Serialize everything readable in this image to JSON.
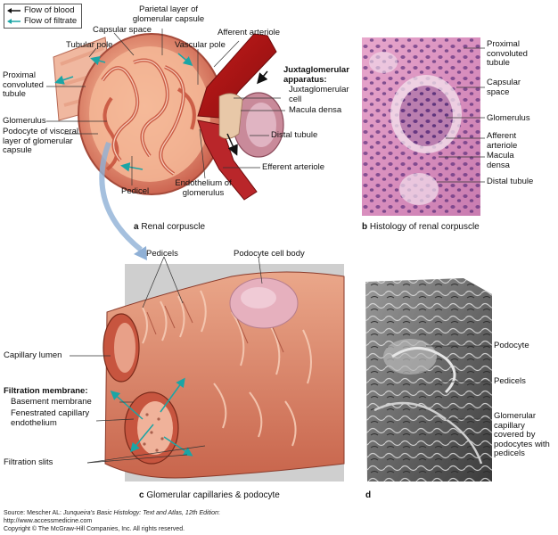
{
  "legend": {
    "blood_label": "Flow of blood",
    "filtrate_label": "Flow of filtrate",
    "blood_color": "#111111",
    "filtrate_color": "#1aa5a5"
  },
  "panel_a": {
    "caption_letter": "a",
    "caption_text": "Renal corpuscle",
    "labels": {
      "parietal_layer": "Parietal layer of glomerular capsule",
      "capsular_space": "Capsular space",
      "tubular_pole": "Tubular pole",
      "afferent_arteriole": "Afferent arteriole",
      "vascular_pole": "Vascular pole",
      "proximal_tubule": "Proximal convoluted tubule",
      "juxtaglomerular_apparatus": "Juxtaglomerular apparatus:",
      "juxtaglomerular_cell": "Juxtaglomerular cell",
      "macula_densa": "Macula densa",
      "glomerulus": "Glomerulus",
      "podocyte_visceral": "Podocyte of visceral layer of glomerular capsule",
      "distal_tubule": "Distal tubule",
      "efferent_arteriole": "Efferent arteriole",
      "pedicel": "Pedicel",
      "endothelium": "Endothelium of glomerulus"
    }
  },
  "panel_b": {
    "caption_letter": "b",
    "caption_text": "Histology of renal corpuscle",
    "labels": {
      "proximal_tubule": "Proximal convoluted tubule",
      "capsular_space": "Capsular space",
      "glomerulus": "Glomerulus",
      "afferent_arteriole": "Afferent arteriole",
      "macula_densa": "Macula densa",
      "distal_tubule": "Distal tubule"
    }
  },
  "panel_c": {
    "caption_letter": "c",
    "caption_text": "Glomerular capillaries & podocyte",
    "labels": {
      "pedicels": "Pedicels",
      "podocyte_cell_body": "Podocyte cell body",
      "capillary_lumen": "Capillary lumen",
      "filtration_membrane": "Filtration membrane:",
      "basement_membrane": "Basement membrane",
      "fenestrated_endothelium": "Fenestrated capillary endothelium",
      "filtration_slits": "Filtration slits"
    }
  },
  "panel_d": {
    "caption_letter": "d",
    "labels": {
      "podocyte": "Podocyte",
      "pedicels": "Pedicels",
      "glomerular_capillary": "Glomerular capillary covered by podocytes with pedicels"
    }
  },
  "footer": {
    "source_prefix": "Source: Mescher AL: ",
    "source_title": "Junqueira's Basic Histology: Text and Atlas, 12th Edition",
    "source_suffix": ": http://www.accessmedicine.com",
    "copyright": "Copyright © The McGraw-Hill Companies, Inc. All rights reserved."
  }
}
